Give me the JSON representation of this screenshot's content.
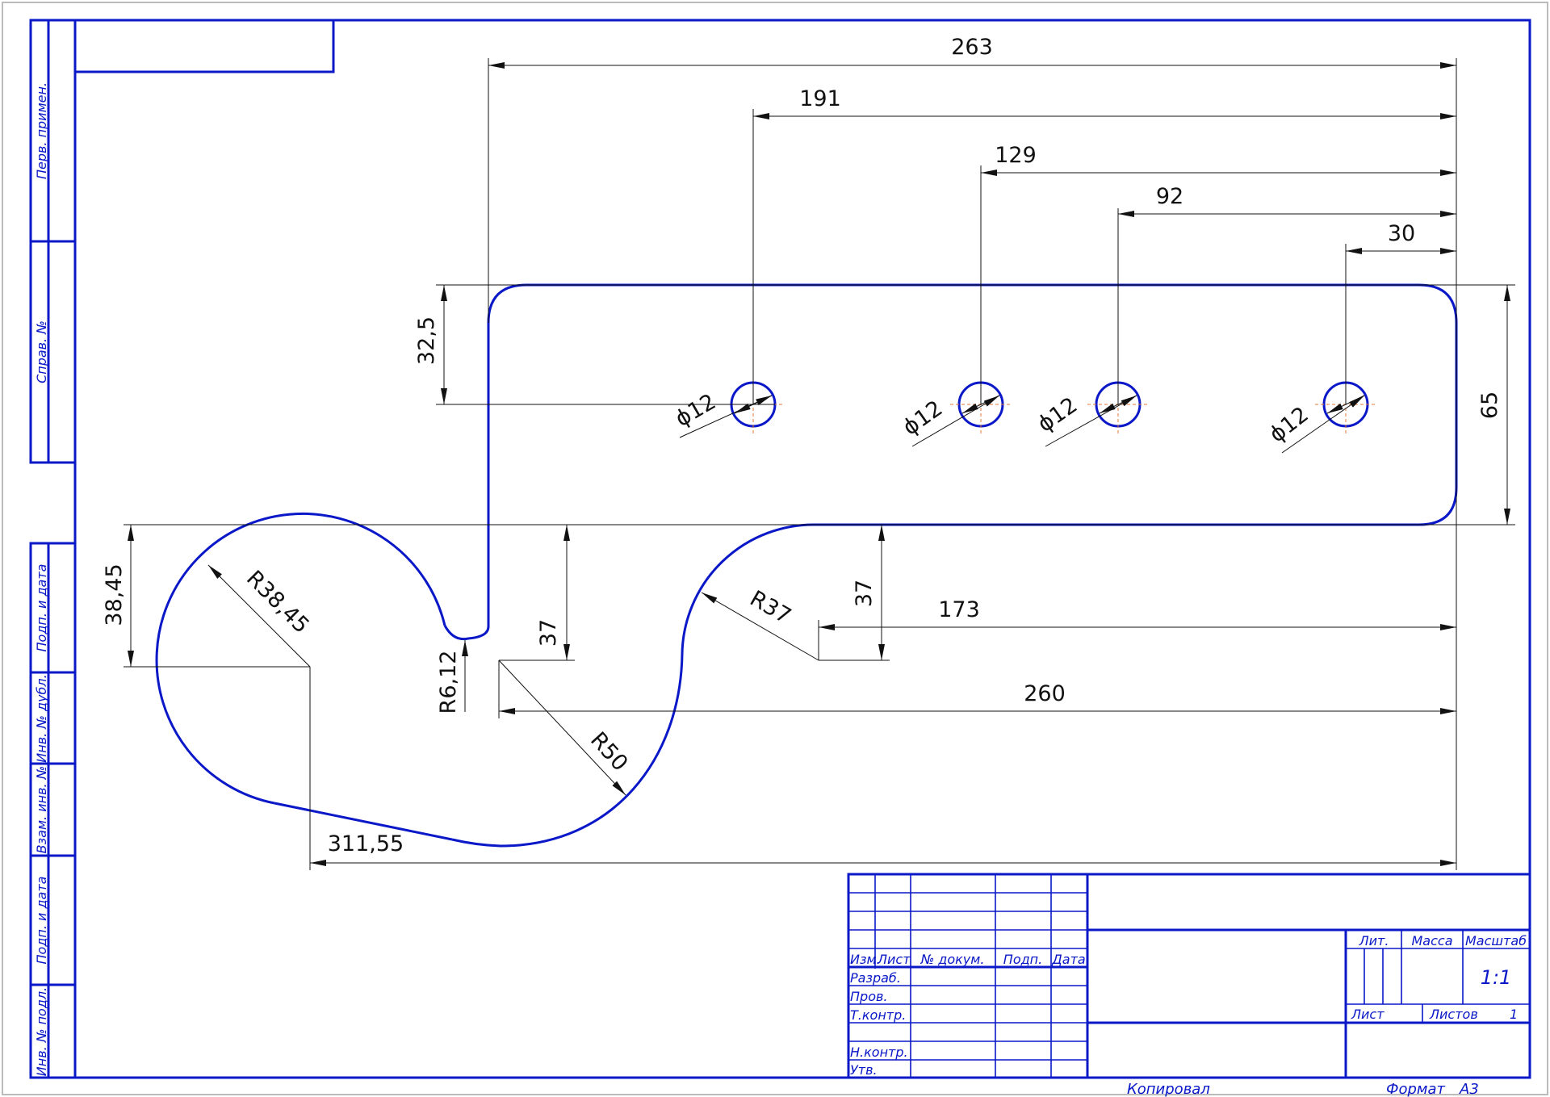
{
  "frame": {
    "side_labels": [
      "Перв. примен.",
      "Справ. №",
      "Подп. и дата",
      "Инв. № дубл.",
      "Взам. инв. №",
      "Подп. и дата",
      "Инв. № подл."
    ]
  },
  "dimensions": {
    "d263": "263",
    "d191": "191",
    "d129": "129",
    "d92": "92",
    "d30": "30",
    "d32_5": "32,5",
    "d65": "65",
    "d38_45": "38,45",
    "r38_45": "R38,45",
    "r6_12": "R6,12",
    "d37_left": "37",
    "d37_right": "37",
    "r37": "R37",
    "d173": "173",
    "d260": "260",
    "r50": "R50",
    "d311_55": "311,55",
    "hole1": "ϕ12",
    "hole2": "ϕ12",
    "hole3": "ϕ12",
    "hole4": "ϕ12"
  },
  "title_block": {
    "izm": "Изм.",
    "list": "Лист",
    "doc_no": "№ докум.",
    "podp": "Подп.",
    "data": "Дата",
    "razrab": "Разраб.",
    "prov": "Пров.",
    "tkontr": "Т.контр.",
    "nkontr": "Н.контр.",
    "utv": "Утв.",
    "lit": "Лит.",
    "massa": "Масса",
    "masshtab": "Масштаб",
    "scale_value": "1:1",
    "sheet": "Лист",
    "sheets": "Листов",
    "sheets_value": "1"
  },
  "footer": {
    "copied": "Копировал",
    "format_label": "Формат",
    "format_value": "А3"
  },
  "colors": {
    "line_blue": "#0a18c8",
    "dim_black": "#111111",
    "center_orange": "#e07a3a"
  }
}
